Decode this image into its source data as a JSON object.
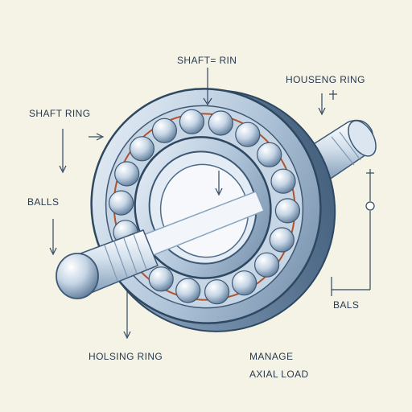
{
  "labels": {
    "shaft_rin": "SHAFT= RIN",
    "housing_ring_top": "HOUSENG RING",
    "shaft_ring": "SHAFT RING",
    "balls_left": "BALLS",
    "bals_right": "BALS",
    "housing_ring_bottom": "HOLSING RING",
    "manage_line1": "MANAGE",
    "manage_line2": "AXIAL LOAD"
  },
  "colors": {
    "background": "#f4f3e6",
    "steel_light": "#e6eef6",
    "steel_mid": "#9fb7cf",
    "steel_dark": "#3d5874",
    "cage_accent": "#b0522a",
    "text": "#2a3a4f"
  }
}
